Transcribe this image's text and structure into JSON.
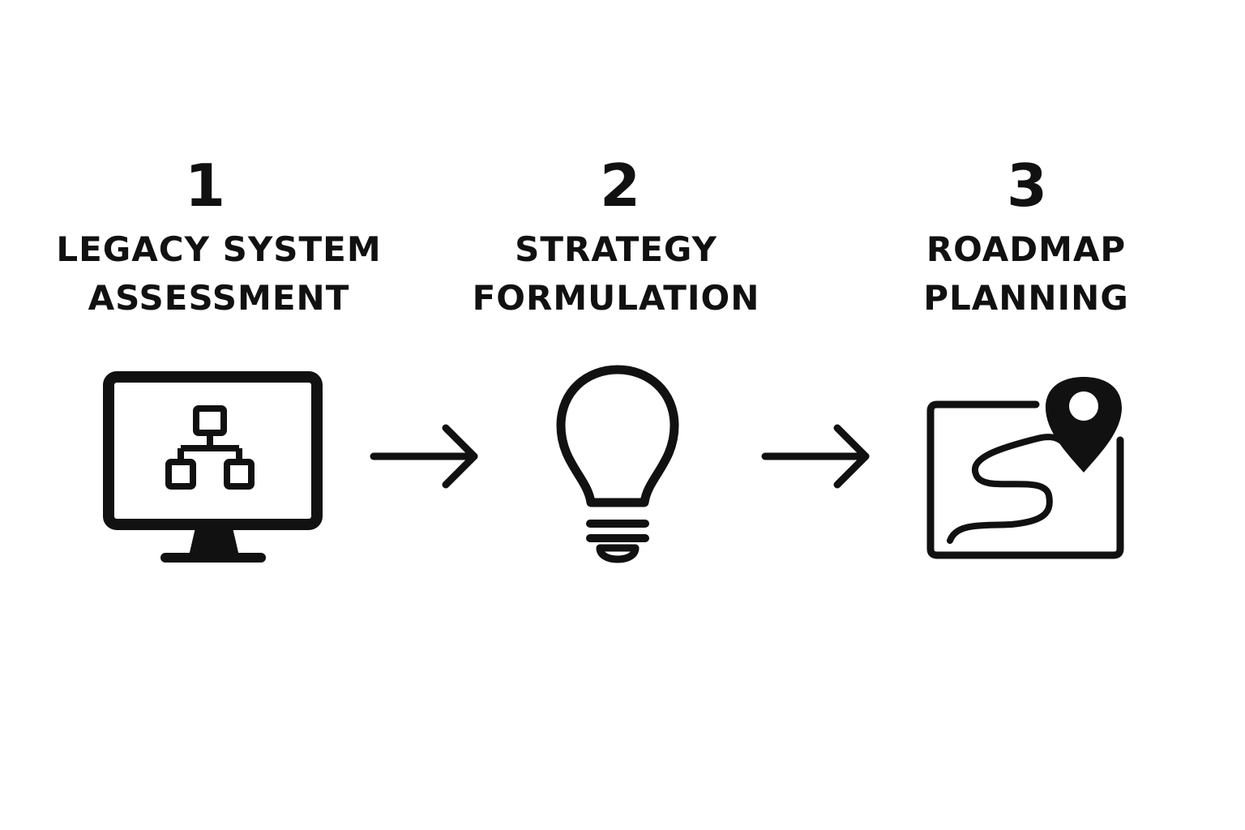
{
  "steps": [
    {
      "number": "1",
      "title_lines": [
        "LEGACY SYSTEM",
        "ASSESSMENT"
      ],
      "icon": "monitor-hierarchy-icon"
    },
    {
      "number": "2",
      "title_lines": [
        "STRATEGY",
        "FORMULATION"
      ],
      "icon": "lightbulb-icon"
    },
    {
      "number": "3",
      "title_lines": [
        "ROADMAP",
        "PLANNING"
      ],
      "icon": "map-route-pin-icon"
    }
  ],
  "connectors": [
    {
      "from": "1",
      "to": "2",
      "icon": "arrow-right-icon"
    },
    {
      "from": "2",
      "to": "3",
      "icon": "arrow-right-icon"
    }
  ],
  "colors": {
    "background": "#ffffff",
    "ink": "#111111"
  }
}
